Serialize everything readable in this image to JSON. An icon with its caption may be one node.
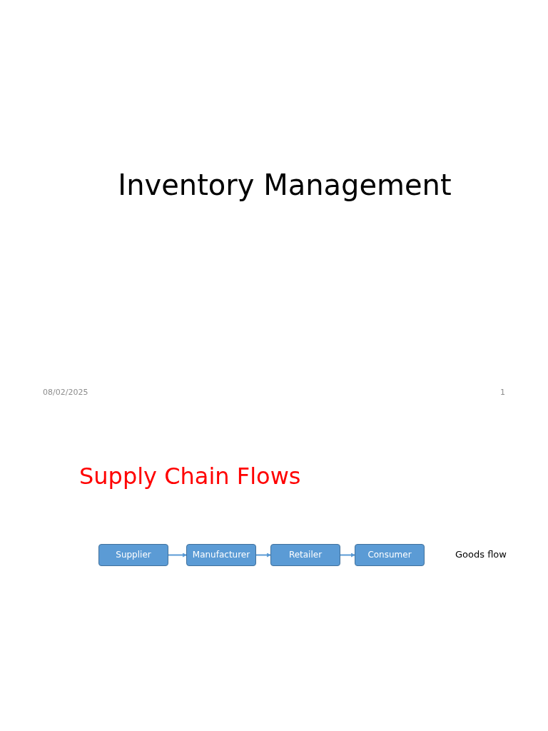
{
  "diagram": {
    "title": "Inventory Management",
    "nodes": [
      {
        "text": [
          "Supplier"
        ]
      },
      {
        "text": [
          "Manufacturer"
        ]
      },
      {
        "text": [
          "Retailer"
        ]
      },
      {
        "text": [
          "Consumer"
        ]
      }
    ],
    "edges": [
      {
        "from": 0,
        "to": 1,
        "arrow": "to"
      },
      {
        "from": 1,
        "to": 2,
        "arrow": "to"
      },
      {
        "from": 2,
        "to": 3,
        "arrow": "to"
      }
    ],
    "labels": [
      "08/02/2025",
      "1",
      "Supply Chain Flows",
      "Goods flow"
    ]
  }
}
